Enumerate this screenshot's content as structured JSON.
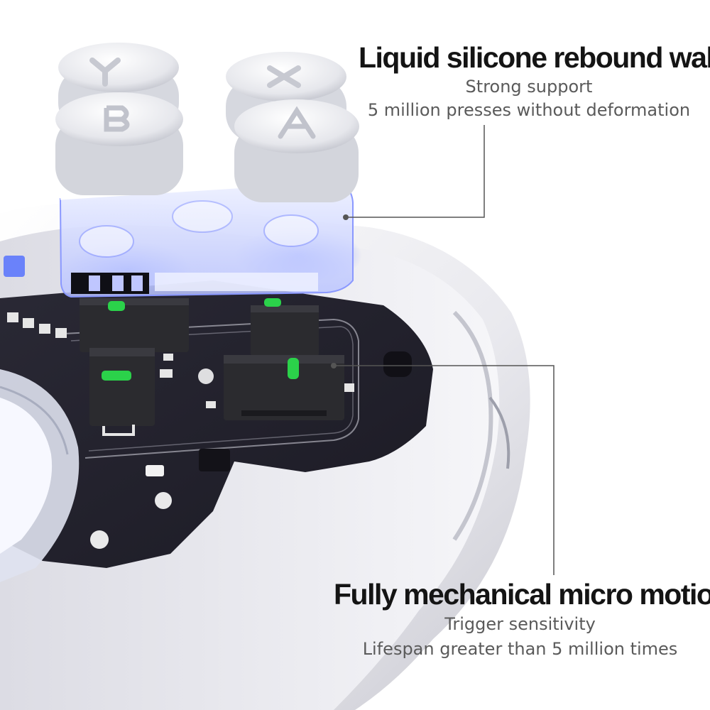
{
  "callouts": {
    "rebound_wall": {
      "title": "Liquid silicone rebound wall",
      "lines": [
        "Strong support",
        "5 million presses without deformation"
      ]
    },
    "micro_motion": {
      "title": "Fully mechanical micro motion",
      "lines": [
        "Trigger sensitivity",
        "Lifespan greater than 5 million times"
      ]
    }
  },
  "colors": {
    "background": "#ffffff",
    "pcb": "#23222d",
    "shell": "#ececf0",
    "switch_body": "#2b2b2f",
    "switch_stem": "#2bd24a",
    "led_glow": "#4d6bff",
    "leader_line": "#555555"
  },
  "icons": [
    "button-cap-y",
    "button-cap-x",
    "button-cap-b",
    "button-cap-a"
  ]
}
